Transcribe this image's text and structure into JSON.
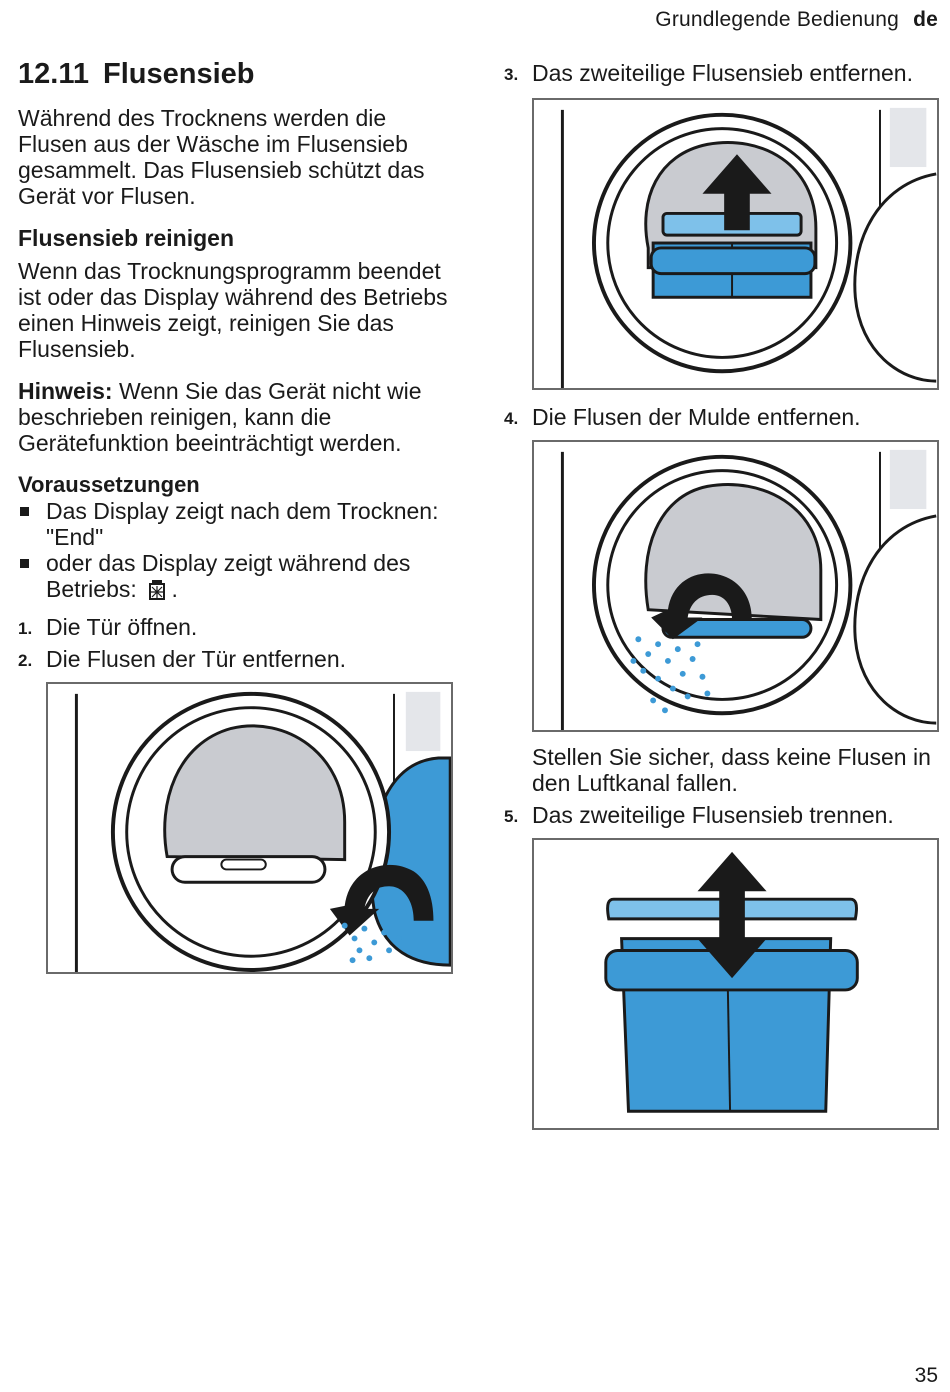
{
  "header": {
    "section": "Grundlegende Bedienung",
    "lang": "de"
  },
  "section": {
    "number": "12.11",
    "title": "Flusensieb"
  },
  "intro": "Während des Trocknens werden die Flusen aus der Wäsche im Flusensieb gesammelt. Das Flusensieb schützt das Gerät vor Flusen.",
  "subsection_title": "Flusensieb reinigen",
  "subsection_text": "Wenn das Trocknungsprogramm beendet ist oder das Display während des Betriebs einen Hinweis zeigt, reinigen Sie das Flusensieb.",
  "note": {
    "label": "Hinweis:",
    "text": "Wenn Sie das Gerät nicht wie beschrieben reinigen, kann die Gerätefunktion beeinträchtigt werden."
  },
  "prereq_title": "Voraussetzungen",
  "prereqs": [
    "Das Display zeigt nach dem Trocknen: \"End\"",
    "oder das Display zeigt während des Betriebs:"
  ],
  "steps": [
    {
      "n": "1.",
      "text": "Die Tür öffnen."
    },
    {
      "n": "2.",
      "text": "Die Flusen der Tür entfernen."
    },
    {
      "n": "3.",
      "text": "Das zweiteilige Flusensieb entfernen."
    },
    {
      "n": "4.",
      "text": "Die Flusen der Mulde entfernen."
    },
    {
      "n": "5.",
      "text": "Das zweiteilige Flusensieb trennen."
    }
  ],
  "step4_note": "Stellen Sie sicher, dass keine Flusen in den Luftkanal fallen.",
  "page_number": "35",
  "colors": {
    "filter_blue": "#3d9ad6",
    "filter_light": "#7ec1ea",
    "drum_gray": "#c9cbd0",
    "outline": "#1a1a1a"
  },
  "icons": [
    "lint-filter-icon",
    "arrow-up-icon",
    "rotate-arrow-icon",
    "double-arrow-icon"
  ]
}
